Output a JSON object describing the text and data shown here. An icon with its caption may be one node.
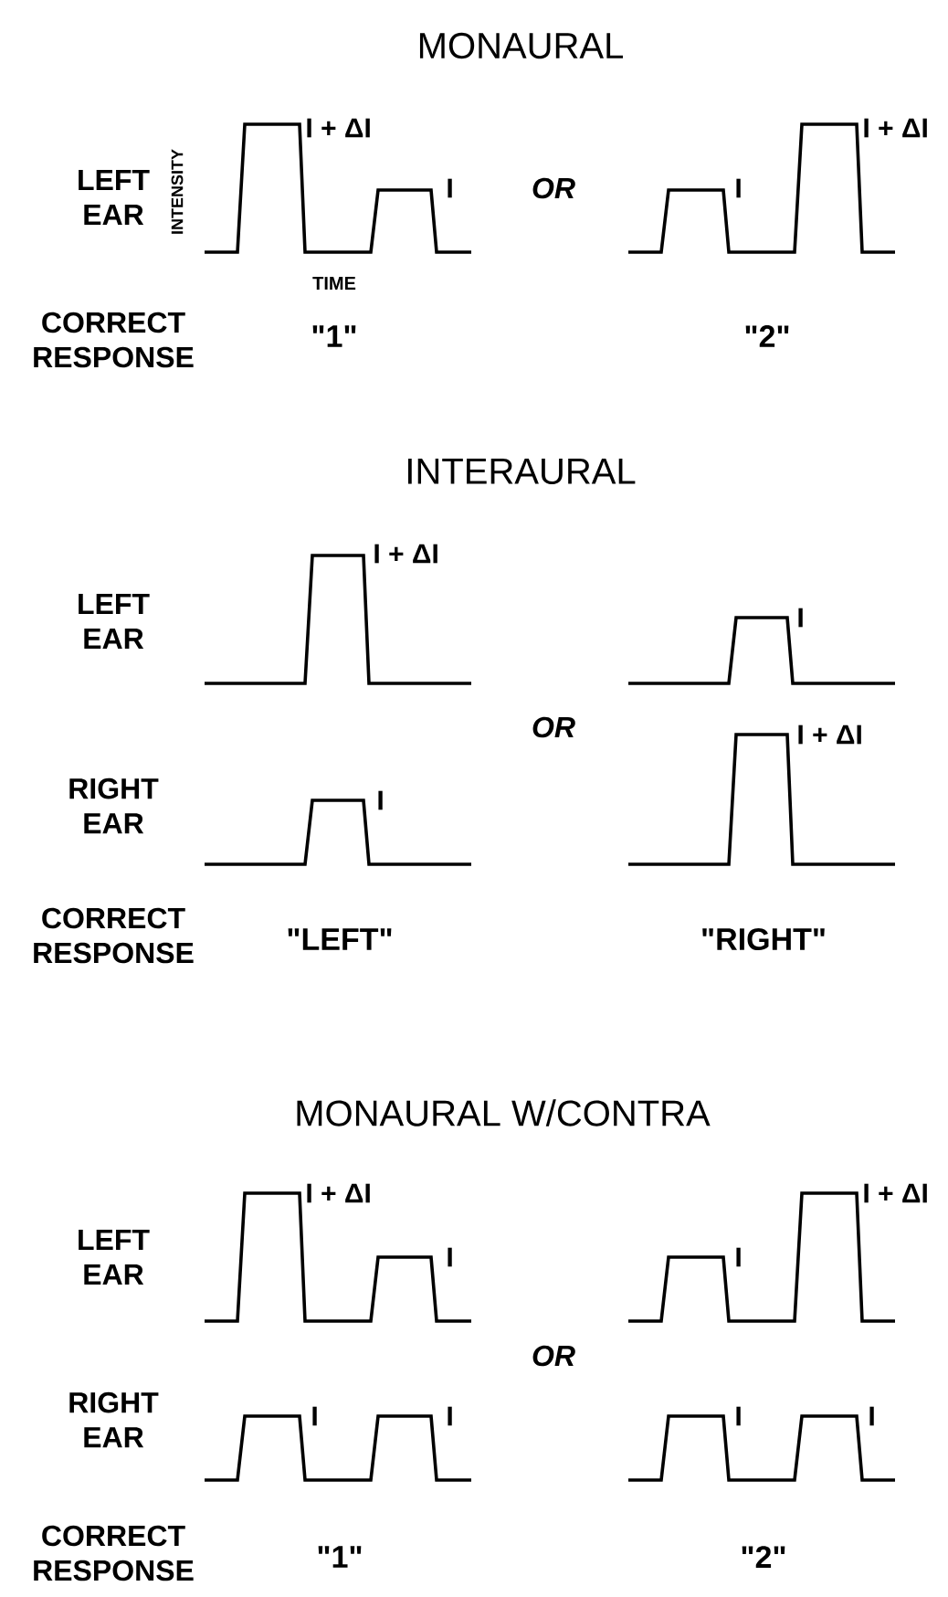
{
  "diagram": {
    "labels": [
      "MONAURAL",
      "I + ΔI",
      "I + ΔI",
      "LEFT EAR",
      "INTENSITY",
      "I",
      "OR",
      "I",
      "TIME",
      "CORRECT RESPONSE",
      "\"1\"",
      "\"2\"",
      "INTERAURAL",
      "I + ΔI",
      "LEFT EAR",
      "I",
      "OR",
      "I + ΔI",
      "RIGHT EAR",
      "I",
      "CORRECT RESPONSE",
      "\"LEFT\"",
      "\"RIGHT\"",
      "MONAURAL W/CONTRA",
      "I + ΔI",
      "I + ΔI",
      "LEFT EAR",
      "I",
      "I",
      "OR",
      "RIGHT EAR",
      "I",
      "I",
      "I",
      "I",
      "CORRECT RESPONSE",
      "\"1\"",
      "\"2\""
    ]
  }
}
